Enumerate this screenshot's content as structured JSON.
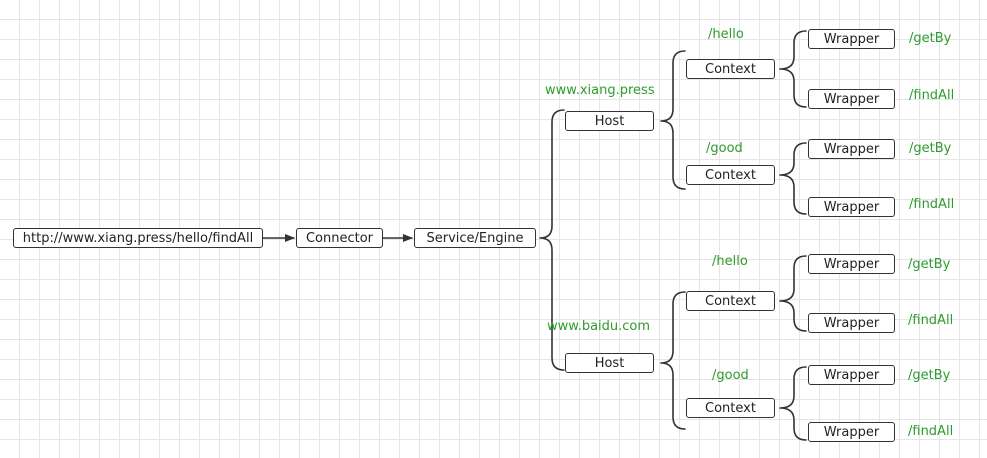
{
  "url": "http://www.xiang.press/hello/findAll",
  "connector": "Connector",
  "engine": "Service/Engine",
  "hosts": [
    {
      "label": "Host",
      "name": "www.xiang.press",
      "contexts": [
        {
          "label": "Context",
          "path": "/hello",
          "wrappers": [
            {
              "label": "Wrapper",
              "method": "/getBy"
            },
            {
              "label": "Wrapper",
              "method": "/findAll"
            }
          ]
        },
        {
          "label": "Context",
          "path": "/good",
          "wrappers": [
            {
              "label": "Wrapper",
              "method": "/getBy"
            },
            {
              "label": "Wrapper",
              "method": "/findAll"
            }
          ]
        }
      ]
    },
    {
      "label": "Host",
      "name": "www.baidu.com",
      "contexts": [
        {
          "label": "Context",
          "path": "/hello",
          "wrappers": [
            {
              "label": "Wrapper",
              "method": "/getBy"
            },
            {
              "label": "Wrapper",
              "method": "/findAll"
            }
          ]
        },
        {
          "label": "Context",
          "path": "/good",
          "wrappers": [
            {
              "label": "Wrapper",
              "method": "/getBy"
            },
            {
              "label": "Wrapper",
              "method": "/findAll"
            }
          ]
        }
      ]
    }
  ],
  "colors": {
    "label": "#2e9b2e",
    "stroke": "#333333",
    "grid": "#e6e6e6"
  }
}
